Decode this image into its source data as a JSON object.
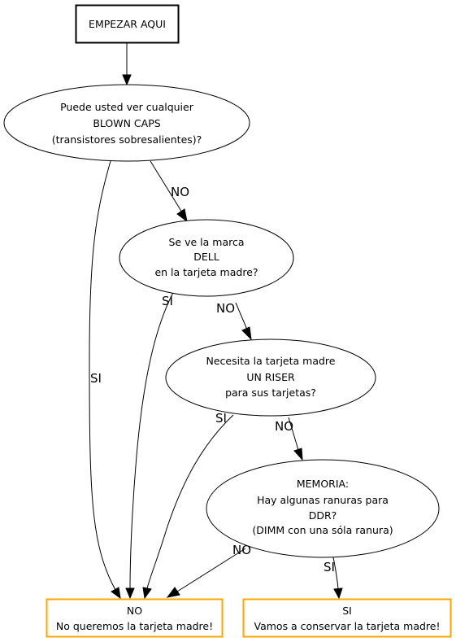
{
  "colors": {
    "start_border": "#000000",
    "terminal_border": "#ffa500",
    "line": "#000000"
  },
  "nodes": {
    "start": {
      "lines": [
        "EMPEZAR AQUI"
      ]
    },
    "q1": {
      "lines": [
        "Puede usted ver cualquier",
        "BLOWN CAPS",
        "(transistores sobresalientes)?"
      ]
    },
    "q2": {
      "lines": [
        "Se ve la marca",
        "DELL",
        "en la tarjeta madre?"
      ]
    },
    "q3": {
      "lines": [
        "Necesita la tarjeta madre",
        "UN RISER",
        "para sus tarjetas?"
      ]
    },
    "q4": {
      "lines": [
        "MEMORIA:",
        "Hay algunas ranuras para",
        "DDR?",
        "(DIMM con una sóla ranura)"
      ]
    },
    "end_no": {
      "lines": [
        "NO",
        "No queremos la tarjeta madre!"
      ]
    },
    "end_si": {
      "lines": [
        "SI",
        "Vamos a conservar la tarjeta madre!"
      ]
    }
  },
  "edges": {
    "q1_no": "NO",
    "q1_si": "SI",
    "q2_no": "NO",
    "q2_si": "SI",
    "q3_no": "NO",
    "q3_si": "SI",
    "q4_no": "NO",
    "q4_si": "SI"
  }
}
